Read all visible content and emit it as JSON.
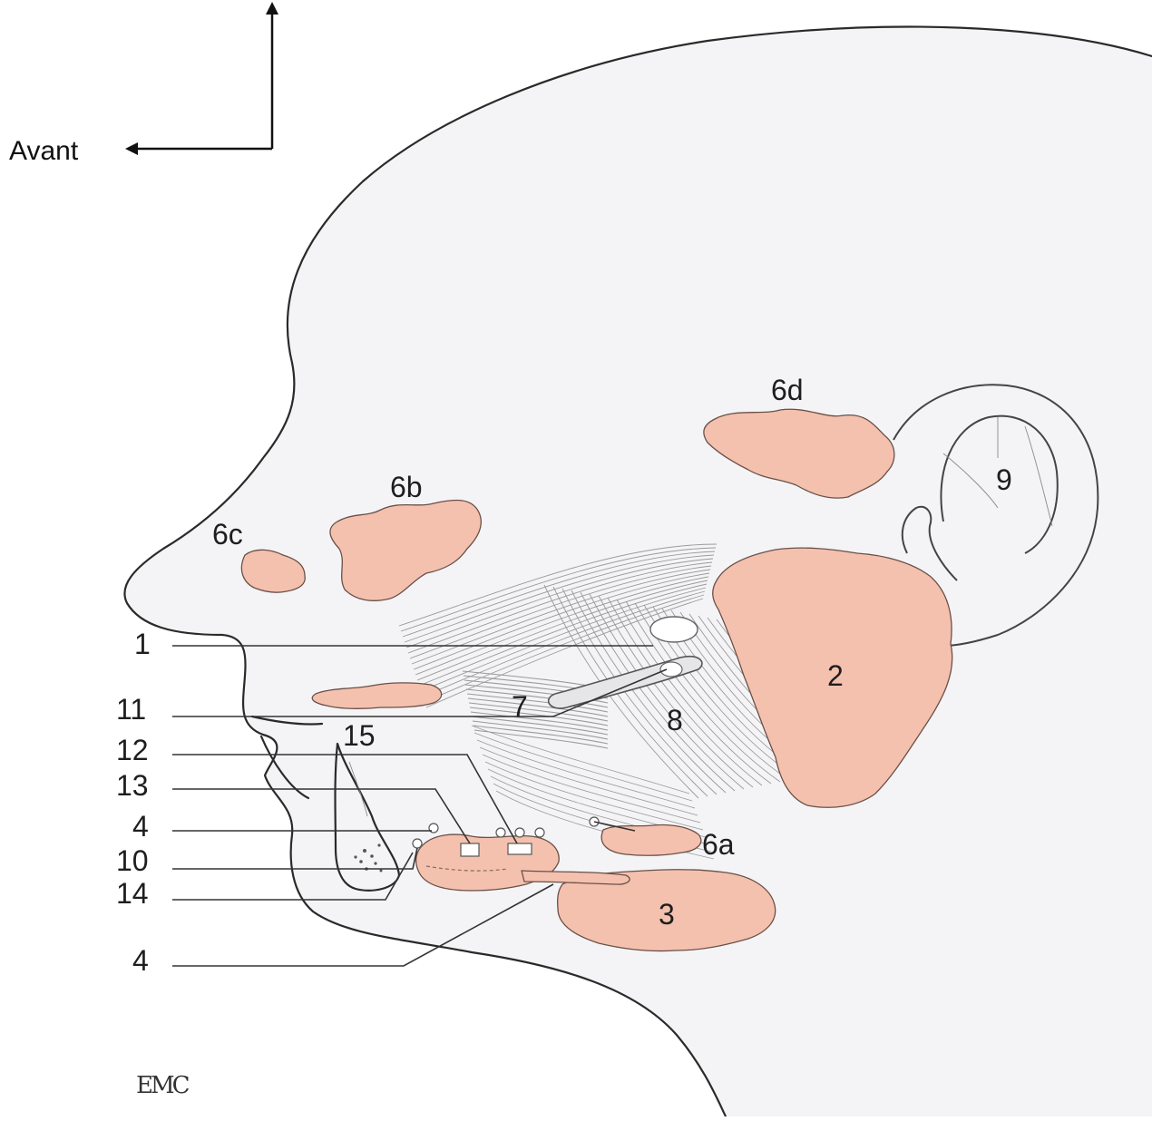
{
  "orientation": {
    "label": "Avant"
  },
  "colors": {
    "skin": "#f4f4f6",
    "gland": "#f4c1ae",
    "outline": "#2a2a2a",
    "muscle": "#9a9a9a"
  },
  "labels": {
    "l1": "1",
    "l2": "2",
    "l3": "3",
    "l4a": "4",
    "l4b": "4",
    "l6a": "6a",
    "l6b": "6b",
    "l6c": "6c",
    "l6d": "6d",
    "l7": "7",
    "l8": "8",
    "l9": "9",
    "l10": "10",
    "l11": "11",
    "l12": "12",
    "l13": "13",
    "l14": "14",
    "l15": "15"
  },
  "logo": {
    "text": "EMC"
  }
}
